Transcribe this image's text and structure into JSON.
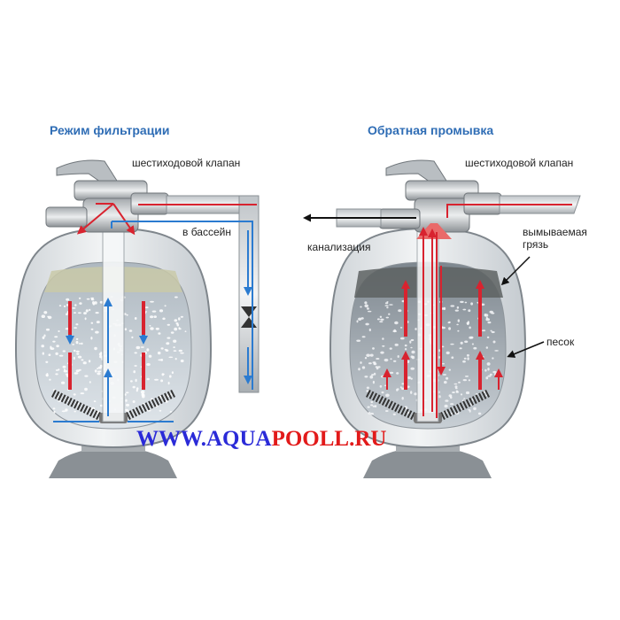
{
  "titles": {
    "filtration": "Режим фильтрации",
    "backwash": "Обратная промывка"
  },
  "labels": {
    "valve_left": "шестиходовой клапан",
    "valve_right": "шестиходовой клапан",
    "to_pool": "в бассейн",
    "sewer": "канализация",
    "dirt_line1": "вымываемая",
    "dirt_line2": "грязь",
    "sand": "песок"
  },
  "watermark": {
    "part1": "WWW.AQUA",
    "part2": "POOLL.RU"
  },
  "colors": {
    "flow_clean": "#2b7bd0",
    "flow_dirty": "#d8232f",
    "title_blue": "#2f6db5",
    "tank_body": "#e4e7ea"
  }
}
